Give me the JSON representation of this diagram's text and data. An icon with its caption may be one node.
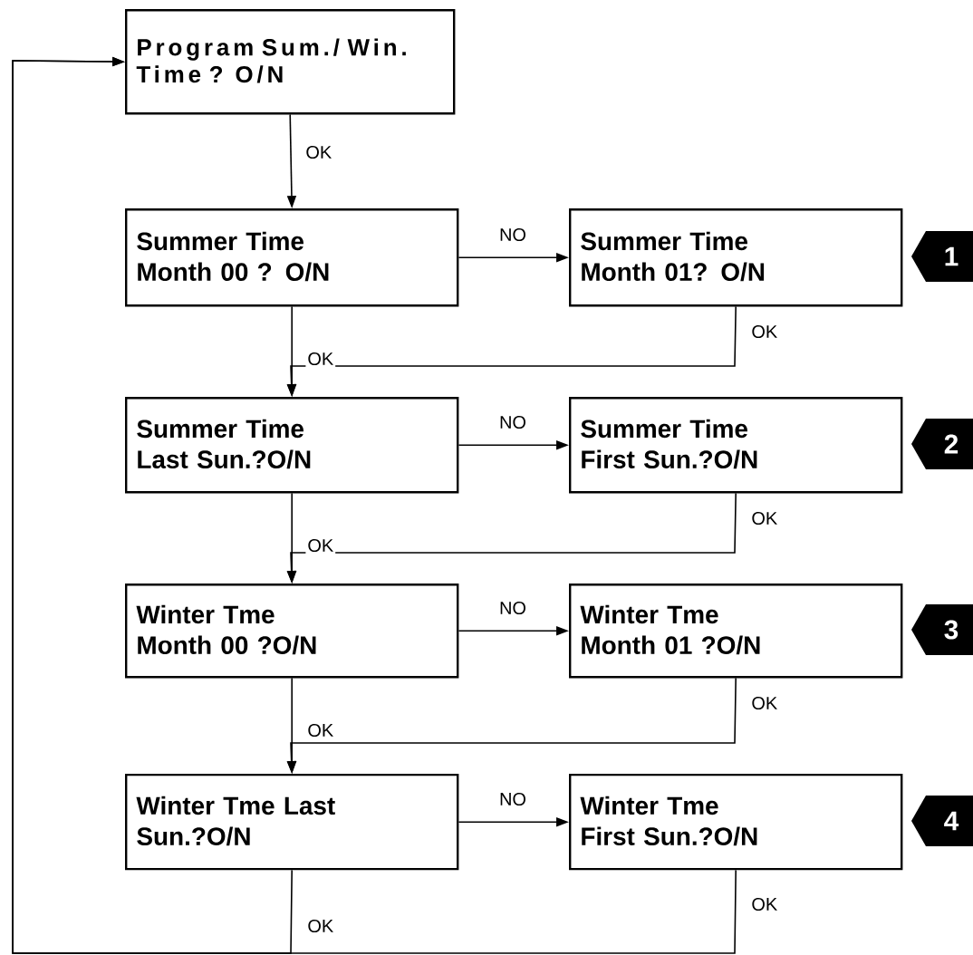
{
  "diagram": {
    "nodes": [
      {
        "text": [
          "Program Sum./ Win. Time ? O/N"
        ]
      },
      {
        "text": [
          "Summer Time Month 00 ? O/N"
        ]
      },
      {
        "text": [
          "Summer Time Month 01? O/N"
        ],
        "beside": [
          "1"
        ]
      },
      {
        "text": [
          "Summer Time Last Sun.?O/N"
        ]
      },
      {
        "text": [
          "Summer Time First Sun.?O/N"
        ],
        "beside": [
          "2"
        ]
      },
      {
        "text": [
          "Winter Tme Month 00 ?O/N"
        ]
      },
      {
        "text": [
          "Winter Tme Month 01 ?O/N"
        ],
        "beside": [
          "3"
        ]
      },
      {
        "text": [
          "Winter Tme Last Sun.?O/N"
        ]
      },
      {
        "text": [
          "Winter Tme First Sun.?O/N"
        ],
        "beside": [
          "4"
        ]
      }
    ],
    "edges": [
      {
        "from": 0,
        "to": 1,
        "arrow": "to",
        "label": "OK"
      },
      {
        "from": 1,
        "to": 2,
        "arrow": "to",
        "label": "NO"
      },
      {
        "from": 1,
        "to": 3,
        "arrow": "to",
        "label": "OK"
      },
      {
        "from": 2,
        "to": 3,
        "arrow": "to",
        "label": "OK"
      },
      {
        "from": 3,
        "to": 4,
        "arrow": "to",
        "label": "NO"
      },
      {
        "from": 3,
        "to": 5,
        "arrow": "to",
        "label": "OK"
      },
      {
        "from": 4,
        "to": 5,
        "arrow": "to",
        "label": "OK"
      },
      {
        "from": 5,
        "to": 6,
        "arrow": "to",
        "label": "NO"
      },
      {
        "from": 5,
        "to": 7,
        "arrow": "to",
        "label": "OK"
      },
      {
        "from": 6,
        "to": 7,
        "arrow": "to",
        "label": "OK"
      },
      {
        "from": 7,
        "to": 8,
        "arrow": "to",
        "label": "NO"
      },
      {
        "from": 7,
        "to": 0,
        "arrow": "to",
        "label": "OK"
      },
      {
        "from": 8,
        "to": 0,
        "arrow": "to",
        "label": "OK"
      }
    ]
  }
}
